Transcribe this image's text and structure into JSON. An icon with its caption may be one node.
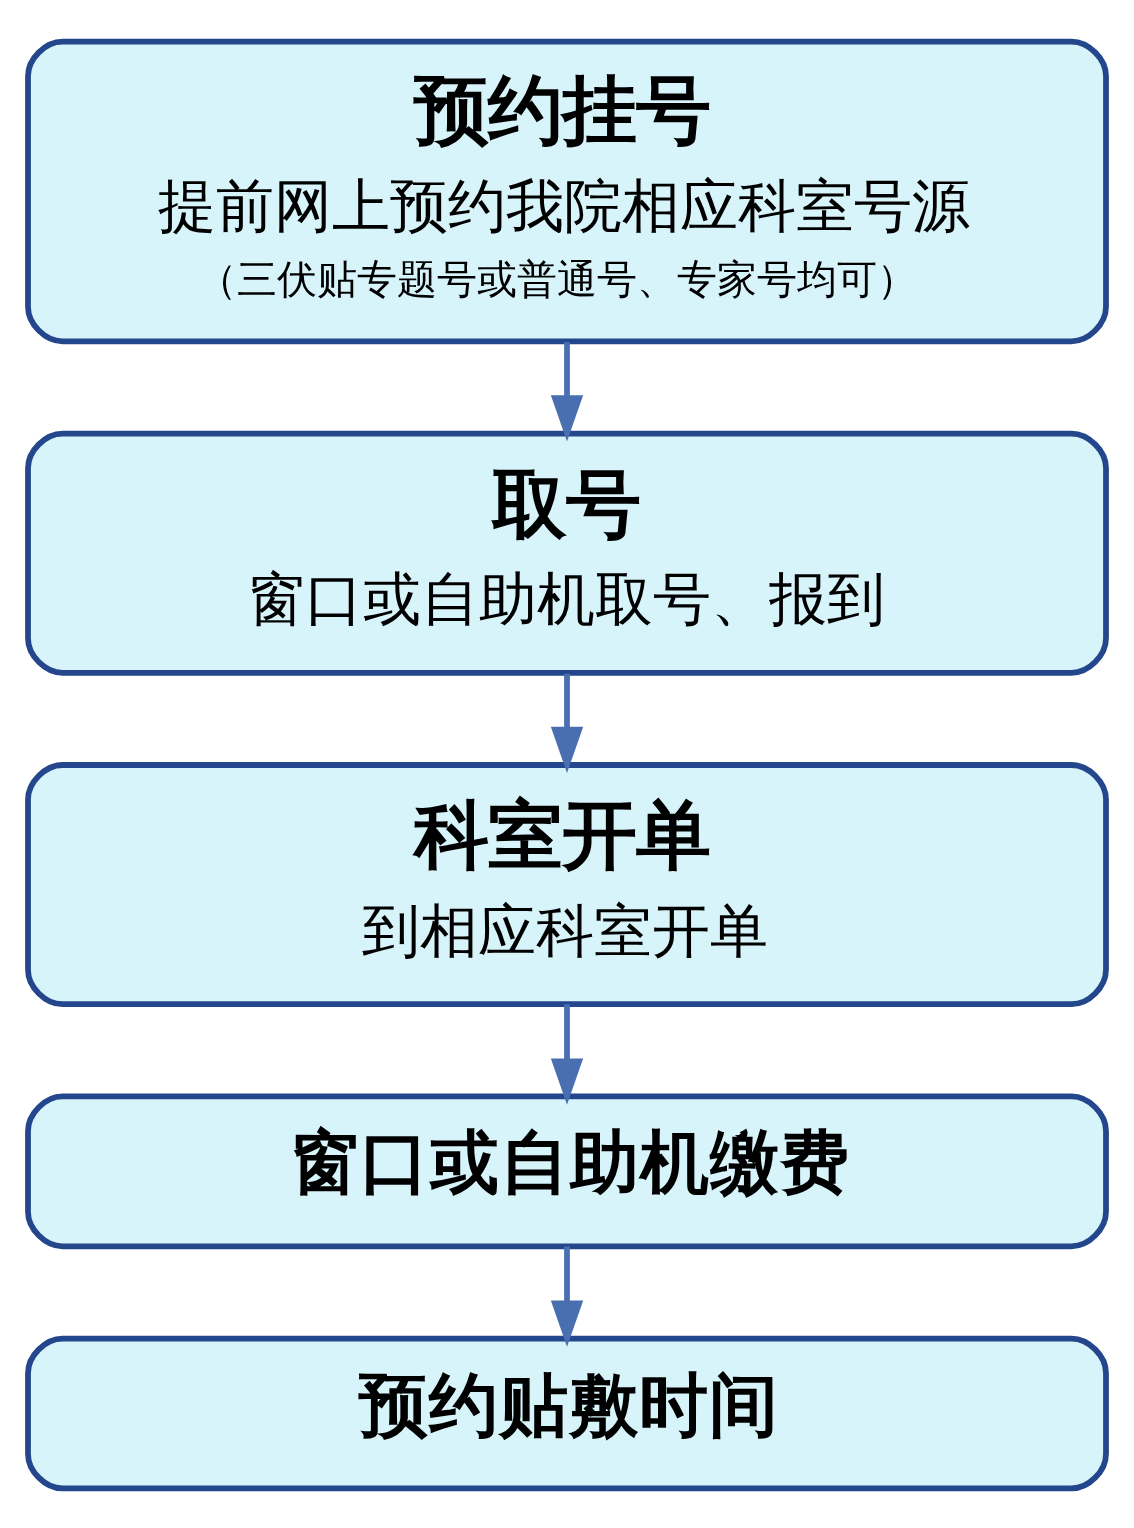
{
  "diagram": {
    "nodes": [
      {
        "text": [
          "预约挂号",
          "提前网上预约我院相应科室号源",
          "（三伏贴专题号或普通号、专家号均可）"
        ]
      },
      {
        "text": [
          "取号",
          "窗口或自助机取号、报到"
        ]
      },
      {
        "text": [
          "科室开单",
          "到相应科室开单"
        ]
      },
      {
        "text": [
          "窗口或自助机缴费"
        ]
      },
      {
        "text": [
          "预约贴敷时间"
        ]
      }
    ],
    "edges": [
      {
        "from": 0,
        "to": 1,
        "arrow": "to"
      },
      {
        "from": 1,
        "to": 2,
        "arrow": "to"
      },
      {
        "from": 2,
        "to": 3,
        "arrow": "to"
      },
      {
        "from": 3,
        "to": 4,
        "arrow": "to"
      }
    ]
  }
}
